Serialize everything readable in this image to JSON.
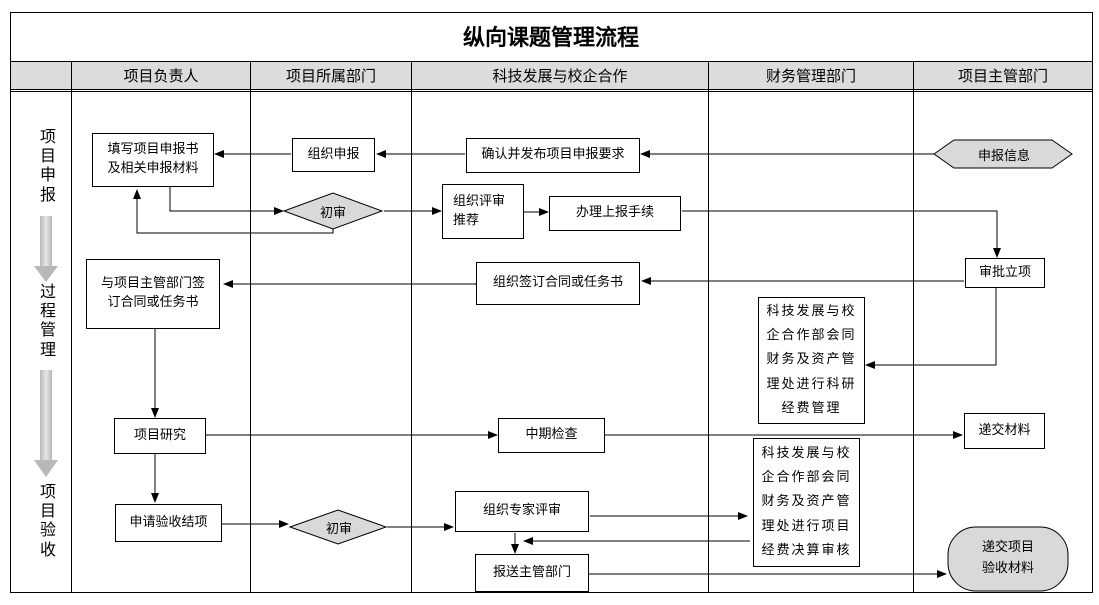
{
  "title": "纵向课题管理流程",
  "lanes": [
    "项目负责人",
    "项目所属部门",
    "科技发展与校企合作",
    "财务管理部门",
    "项目主管部门"
  ],
  "phases": [
    "项目申报",
    "过程管理",
    "项目验收"
  ],
  "nodes": {
    "n1": "填写项目申报书\n及相关申报材料",
    "n2": "组织申报",
    "n3": "确认并发布项目申报要求",
    "n4": "申报信息",
    "n5": "初审",
    "n6": "组织评审\n推荐",
    "n7": "办理上报手续",
    "n8": "审批立项",
    "n9": "与项目主管部门签\n订合同或任务书",
    "n10": "组织签订合同或任务书",
    "n11": "科技发展与校\n企合作部会同\n财务及资产管\n理处进行科研\n经费管理",
    "n12": "项目研究",
    "n13": "中期检查",
    "n14": "递交材料",
    "n15": "科技发展与校\n企合作部会同\n财务及资产管\n理处进行项目\n经费决算审核",
    "n16": "申请验收结项",
    "n17": "初审",
    "n18": "组织专家评审",
    "n19": "报送主管部门",
    "n20": "递交项目\n验收材料"
  }
}
